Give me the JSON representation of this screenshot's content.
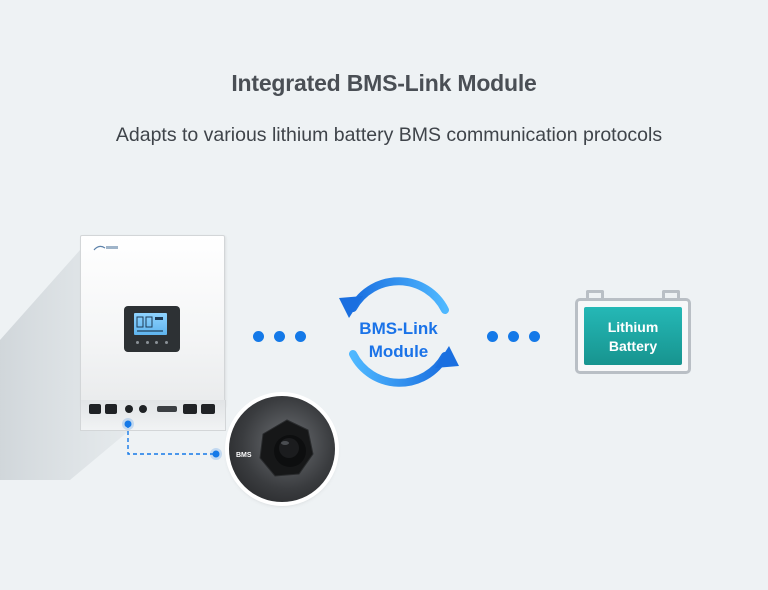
{
  "header": {
    "title": "Integrated BMS-Link Module",
    "subtitle": "Adapts to various lithium battery BMS communication protocols"
  },
  "diagram": {
    "module_label": "BMS-Link Module",
    "module_label_line1": "BMS-Link",
    "module_label_line2": "Module",
    "battery_label_line1": "Lithium",
    "battery_label_line2": "Battery",
    "port_label": "BMS",
    "accent_color": "#1a73e8",
    "battery_color": "#1fa7a5"
  },
  "icons": {
    "inverter": "inverter-icon",
    "battery": "battery-icon",
    "cycle_arrows": "cycle-arrows-icon"
  }
}
